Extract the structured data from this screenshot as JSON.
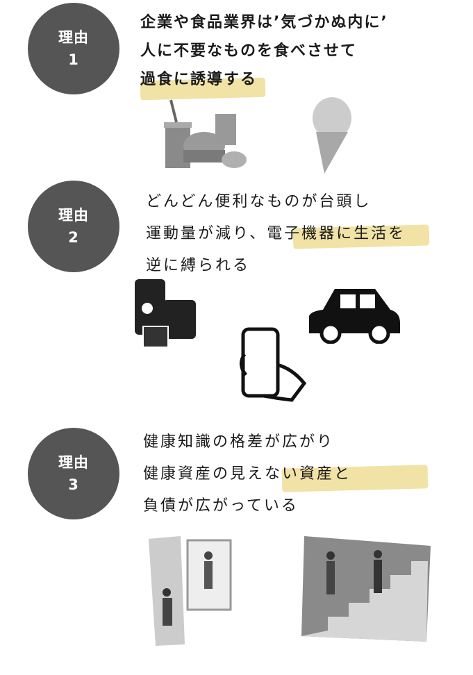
{
  "reasons": [
    {
      "badge_label": "理由",
      "badge_number": "1",
      "lines": [
        "企業や食品業界は’気づかぬ内に’",
        "人に不要なものを食べさせて",
        "過食に誘導する"
      ]
    },
    {
      "badge_label": "理由",
      "badge_number": "2",
      "lines": [
        "どんどん便利なものが台頭し",
        "運動量が減り、電子機器に生活を",
        "逆に縛られる"
      ]
    },
    {
      "badge_label": "理由",
      "badge_number": "3",
      "lines": [
        "健康知識の格差が広がり",
        "健康資産の見えない資産と",
        "負債が広がっている"
      ]
    }
  ],
  "colors": {
    "badge": "#555555",
    "highlight": "#f1e2a6"
  }
}
